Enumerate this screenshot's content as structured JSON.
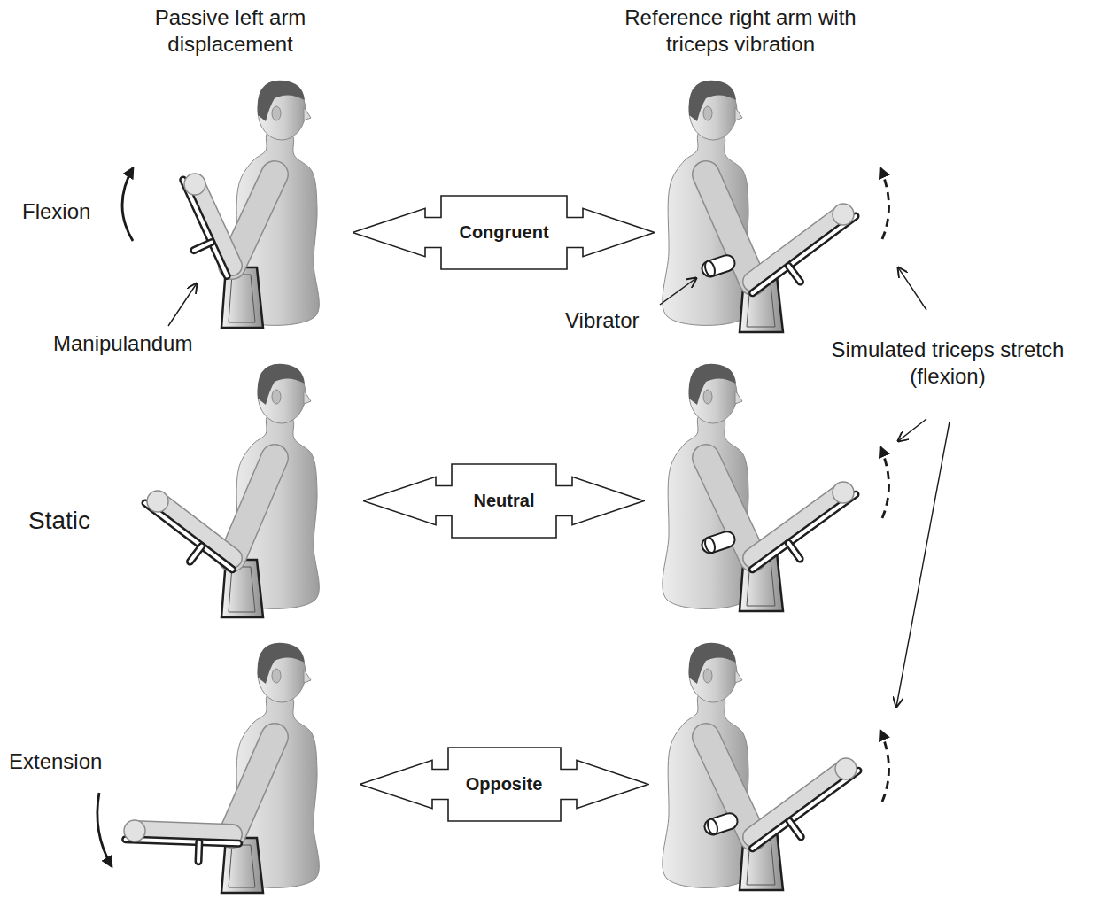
{
  "diagram": {
    "nodes": [
      {
        "text": [
          "Congruent"
        ]
      },
      {
        "text": [
          "Neutral"
        ]
      },
      {
        "text": [
          "Opposite"
        ]
      }
    ],
    "labels": [
      "Passive left arm displacement",
      "Reference right arm with triceps vibration",
      "Flexion",
      "Manipulandum",
      "Vibrator",
      "Simulated triceps stretch (flexion)",
      "Static",
      "Extension"
    ]
  }
}
